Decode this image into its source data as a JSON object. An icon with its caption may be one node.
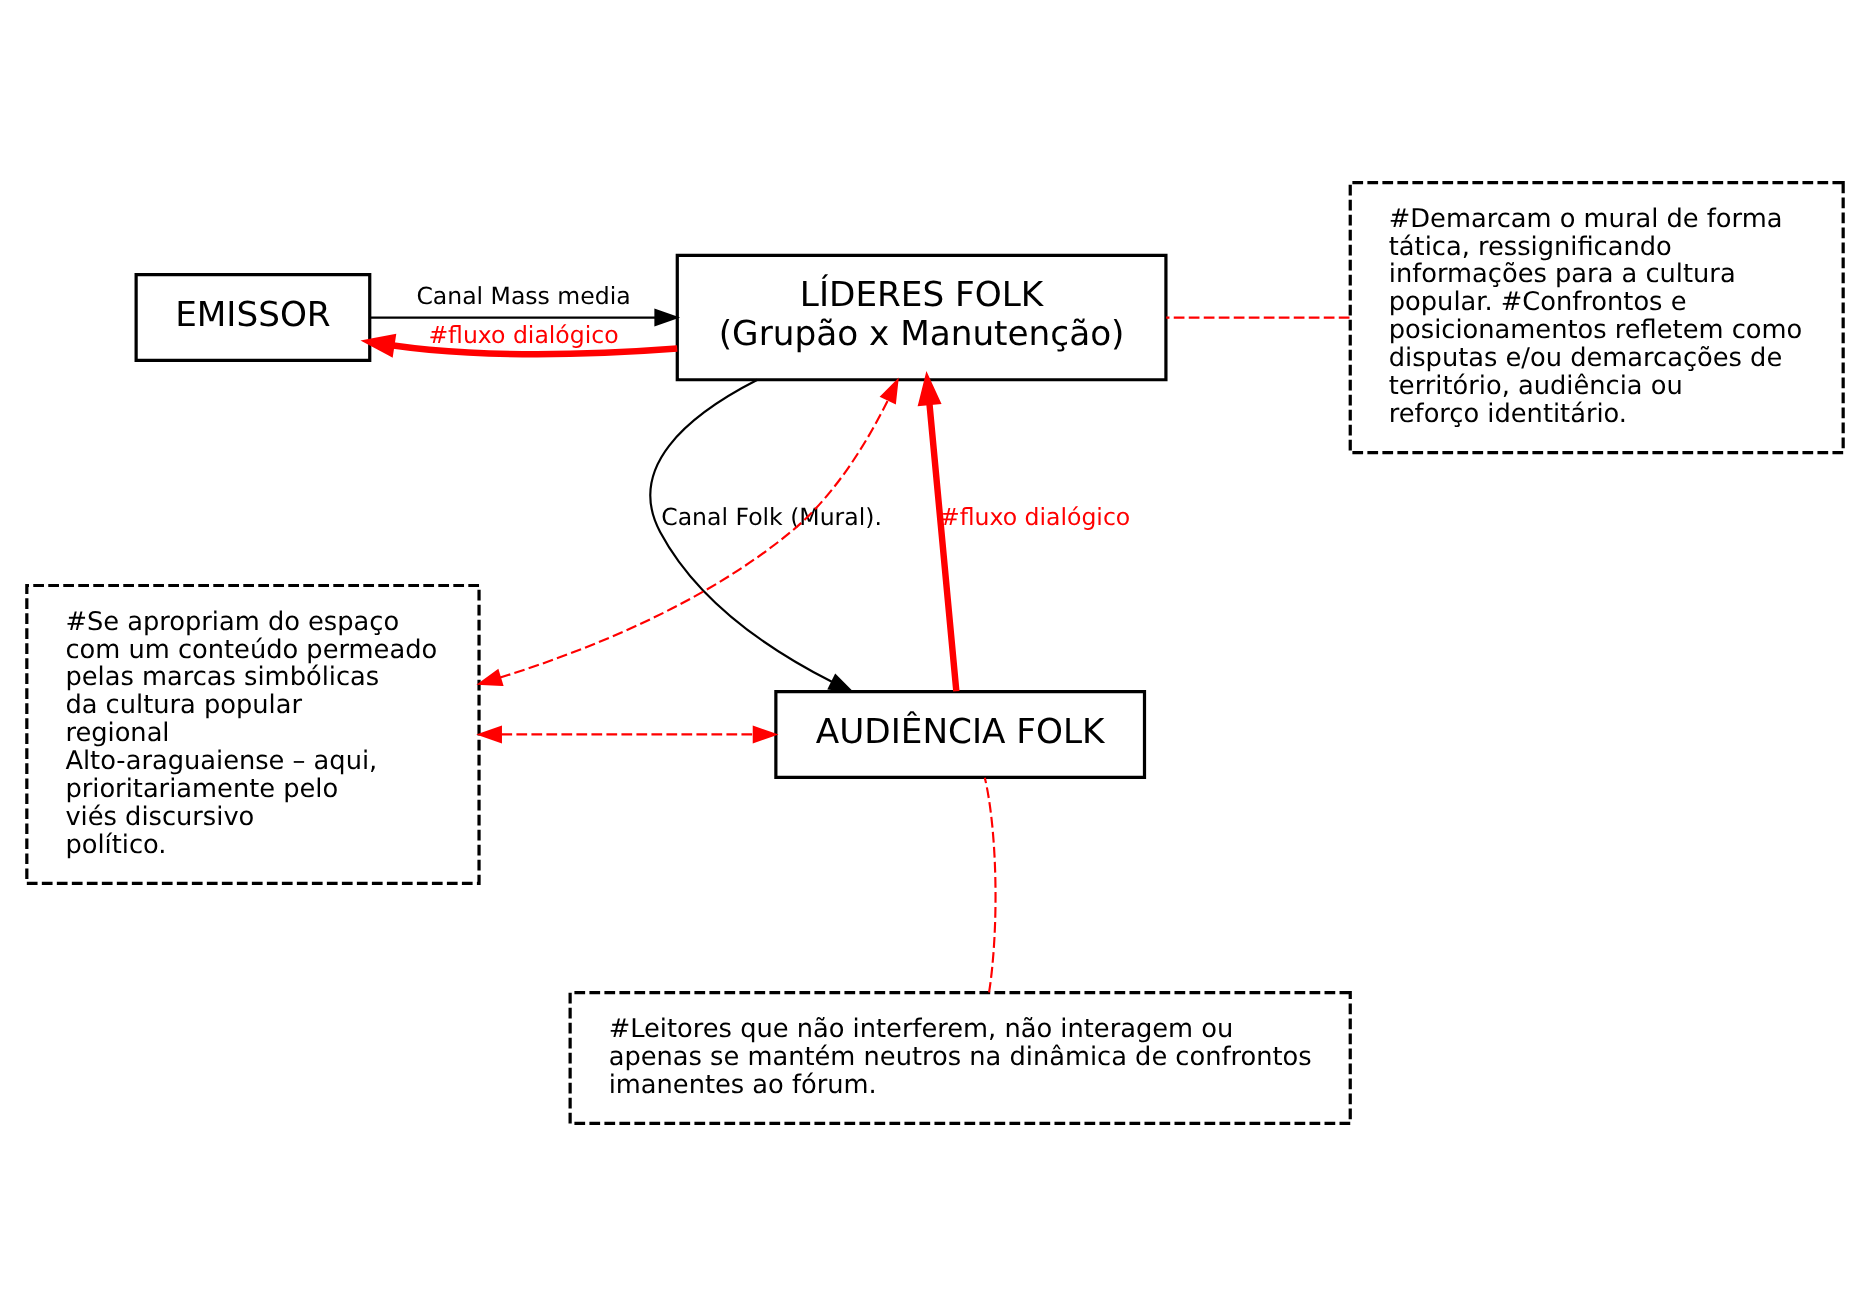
{
  "diagram": {
    "nodes": [
      {
        "text": [
          "EMISSOR"
        ]
      },
      {
        "text": [
          "LÍDERES FOLK",
          "(Grupão x Manutenção)"
        ]
      },
      {
        "text": [
          "AUDIÊNCIA FOLK"
        ]
      },
      {
        "text": [
          "#Demarcam o mural de forma tática, ressignificando informações para a cultura popular. #Confrontos e posicionamentos refletem como disputas e/ou demarcações de território, audiência ou reforço identitário."
        ]
      },
      {
        "text": [
          "#Se apropriam do espaço com um conteúdo permeado pelas marcas simbólicas da cultura popular regional Alto-araguaiense – aqui, prioritariamente pelo viés discursivo político."
        ]
      },
      {
        "text": [
          "#Leitores que não interferem, não interagem ou apenas se mantém neutros na dinâmica de confrontos imanentes ao fórum."
        ]
      }
    ],
    "edges": [
      {
        "from": 0,
        "to": 1,
        "arrow": "to",
        "label": "Canal Mass media",
        "color": "#000000"
      },
      {
        "from": 1,
        "to": 0,
        "arrow": "to",
        "label": "#fluxo dialógico",
        "style": "thick",
        "color": "#ff0000"
      },
      {
        "from": 1,
        "to": 2,
        "arrow": "to",
        "label": "Canal Folk (Mural).",
        "color": "#000000"
      },
      {
        "from": 2,
        "to": 1,
        "arrow": "to",
        "label": "#fluxo dialógico",
        "style": "thick",
        "color": "#ff0000"
      },
      {
        "from": 3,
        "to": 1,
        "arrow": "none",
        "style": "dashed",
        "color": "#ff0000"
      },
      {
        "from": 4,
        "to": 1,
        "arrow": "both",
        "style": "dashed",
        "color": "#ff0000"
      },
      {
        "from": 4,
        "to": 2,
        "arrow": "both",
        "style": "dashed",
        "color": "#ff0000"
      },
      {
        "from": 5,
        "to": 2,
        "arrow": "none",
        "style": "dashed",
        "color": "#ff0000"
      }
    ]
  }
}
